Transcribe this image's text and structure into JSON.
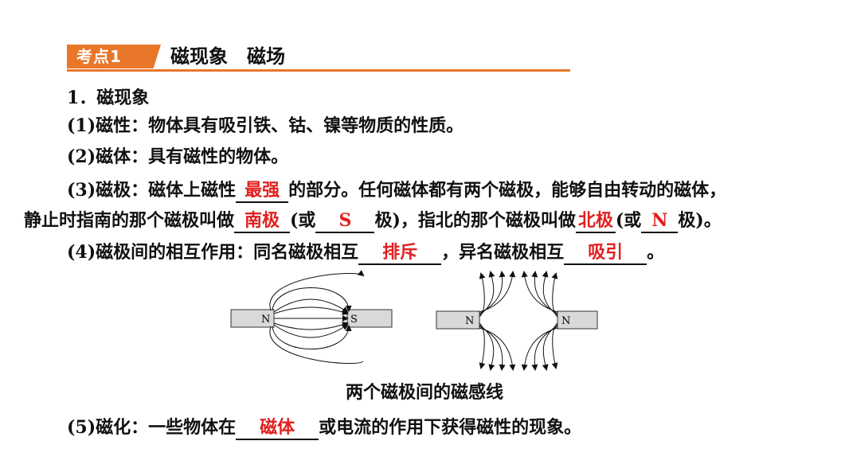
{
  "header": {
    "badge": "考点1",
    "title": "磁现象　磁场"
  },
  "section1": {
    "heading": "1．磁现象"
  },
  "items": {
    "magnetism": {
      "prefix": "(1)磁性：物体具有吸引铁、钴、镍等物质的性质。"
    },
    "magnet": {
      "prefix": "(2)磁体：具有磁性的物体。"
    },
    "poles_a": {
      "prefix": "(3)磁极：磁体上磁性",
      "blank": "最强",
      "suffix": "的部分。任何磁体都有两个磁极，能够自由转动的磁体，"
    },
    "poles_b": {
      "p1": "静止时指南的那个磁极叫做",
      "b1": "南极",
      "p2": "(或",
      "b2": "S",
      "p3": "极)，指北的那个磁极叫做",
      "b3": "北极",
      "p4": "(或",
      "b4": "N",
      "p5": "极)。"
    },
    "interaction": {
      "p1": "(4)磁极间的相互作用：同名磁极相互",
      "b1": "排斥",
      "p2": "，异名磁极相互",
      "b2": "吸引",
      "p3": "。"
    },
    "magnetization": {
      "p1": "(5)磁化：一些物体在",
      "b1": "磁体",
      "p2": "或电流的作用下获得磁性的现象。"
    }
  },
  "figure": {
    "left_magnet_n": "N",
    "left_magnet_s": "S",
    "right_magnet_n1": "N",
    "right_magnet_n2": "N",
    "caption": "两个磁极间的磁感线"
  }
}
